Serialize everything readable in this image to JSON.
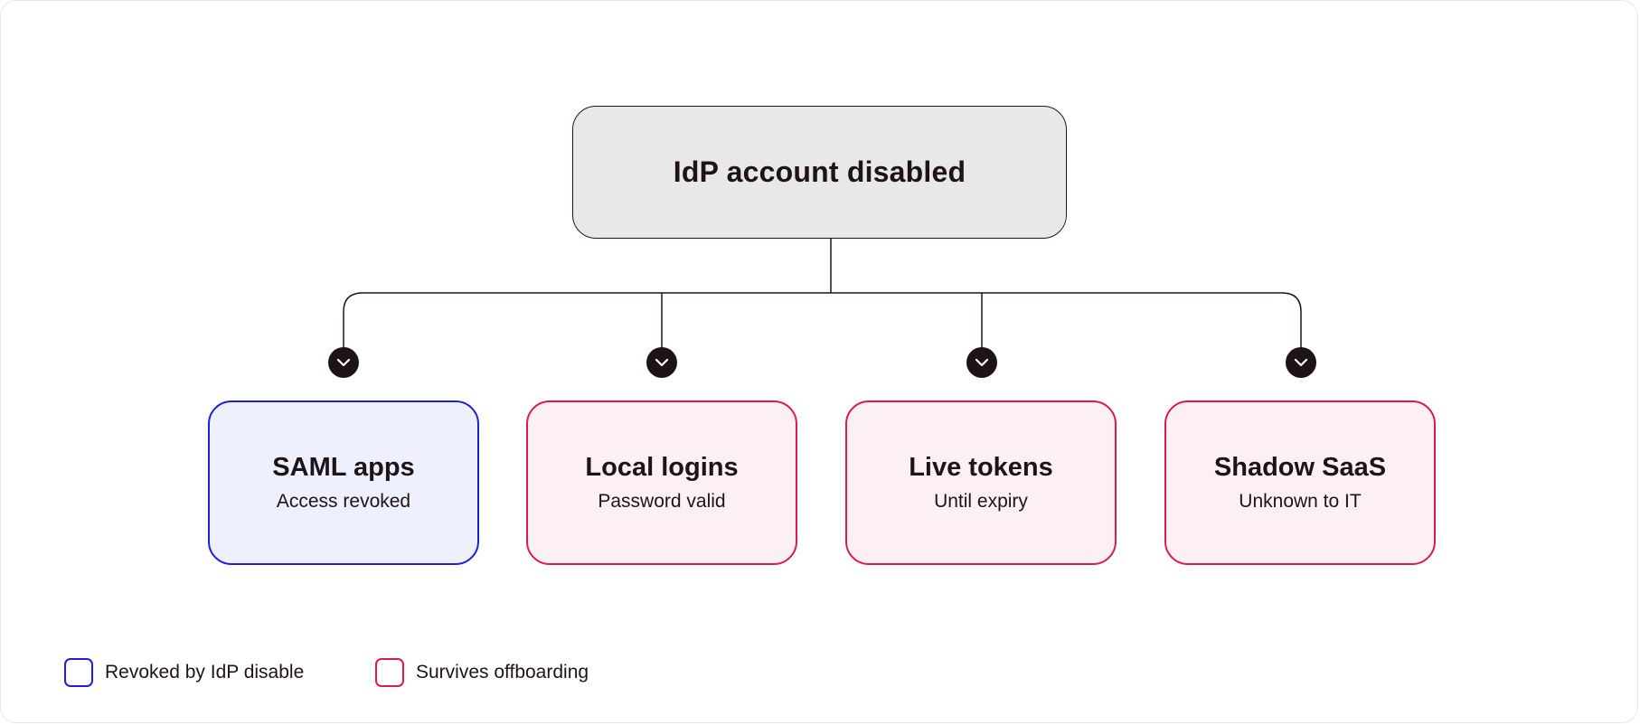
{
  "root": {
    "title": "IdP account disabled"
  },
  "children": [
    {
      "title": "SAML apps",
      "subtitle": "Access revoked",
      "category": "revoked"
    },
    {
      "title": "Local logins",
      "subtitle": "Password valid",
      "category": "survives"
    },
    {
      "title": "Live tokens",
      "subtitle": "Until expiry",
      "category": "survives"
    },
    {
      "title": "Shadow SaaS",
      "subtitle": "Unknown to IT",
      "category": "survives"
    }
  ],
  "connector_icon": "chevron-down-icon",
  "legend": [
    {
      "label": "Revoked by IdP disable",
      "color": "#1f1fd6"
    },
    {
      "label": "Survives offboarding",
      "color": "#dc1a4b"
    }
  ],
  "colors": {
    "revoked_border": "#1f1fd6",
    "revoked_fill": "#eef1fd",
    "survives_border": "#dc1a4b",
    "survives_fill": "#fdf0f4",
    "root_fill": "#e8e8e8",
    "ink": "#1e1418"
  }
}
